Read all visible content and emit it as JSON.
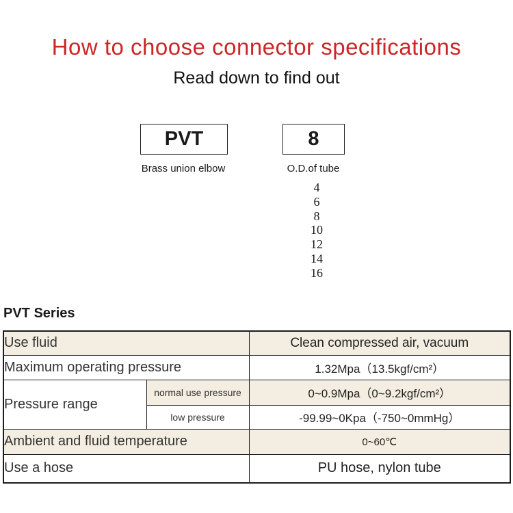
{
  "title": "How to choose connector specifications",
  "subtitle": "Read down to find out",
  "model_code": {
    "prefix": {
      "value": "PVT",
      "label": "Brass union elbow"
    },
    "size": {
      "value": "8",
      "label": "O.D.of tube"
    }
  },
  "tube_sizes": [
    "4",
    "6",
    "8",
    "10",
    "12",
    "14",
    "16"
  ],
  "series_heading": "PVT Series",
  "spec_table": {
    "use_fluid": {
      "label": "Use fluid",
      "value": "Clean compressed air, vacuum"
    },
    "max_pressure": {
      "label": "Maximum operating pressure",
      "value": "1.32Mpa（13.5kgf/cm²）"
    },
    "pressure_range": {
      "label": "Pressure range",
      "normal": {
        "label": "normal use pressure",
        "value": "0~0.9Mpa（0~9.2kgf/cm²）"
      },
      "low": {
        "label": "low pressure",
        "value": "-99.99~0Kpa（-750~0mmHg）"
      }
    },
    "temperature": {
      "label": "Ambient and fluid temperature",
      "value": "0~60℃"
    },
    "hose": {
      "label": "Use a hose",
      "value": "PU hose, nylon tube"
    }
  },
  "colors": {
    "title_red": "#cc2627",
    "row_beige": "#f3eee1",
    "border_dark": "#1c1c1c",
    "text_dark": "#333333"
  }
}
